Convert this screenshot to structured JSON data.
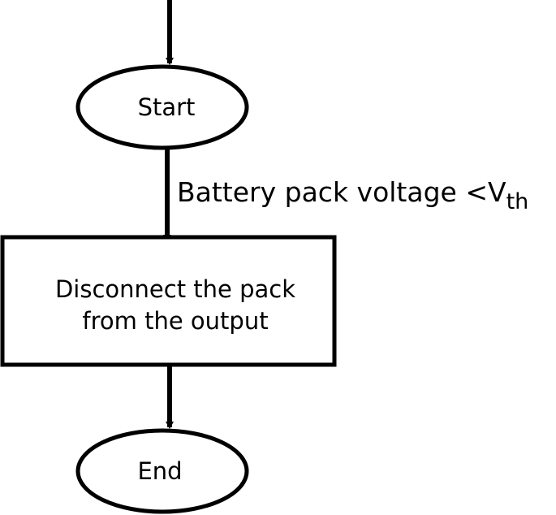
{
  "diagram": {
    "type": "flowchart",
    "nodes": {
      "start": {
        "shape": "ellipse",
        "label": "Start"
      },
      "process": {
        "shape": "rectangle",
        "label_line1": "Disconnect the pack",
        "label_line2": "from the output"
      },
      "end": {
        "shape": "ellipse",
        "label": "End"
      }
    },
    "edges": {
      "incoming": {
        "from": "",
        "to": "start"
      },
      "start_to_process": {
        "from": "start",
        "to": "process",
        "condition": "Battery pack voltage <V",
        "condition_subscript": "th"
      },
      "process_to_end": {
        "from": "process",
        "to": "end"
      }
    },
    "colors": {
      "stroke": "#000000",
      "fill": "#ffffff",
      "text": "#000000"
    }
  }
}
